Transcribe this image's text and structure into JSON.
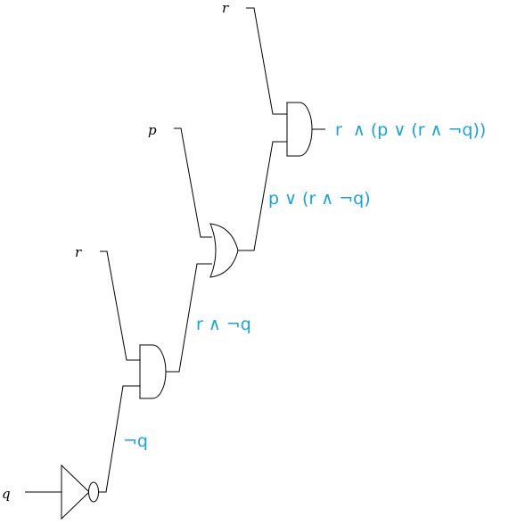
{
  "inputs": {
    "top_r": "r",
    "p": "p",
    "mid_r": "r",
    "q": "q"
  },
  "outputs": {
    "not_q": "¬q",
    "r_and_not_q": "r ∧ ¬q",
    "p_or": "p ∨ (r ∧ ¬q)",
    "final": "r  ∧ (p ∨ (r ∧ ¬q))"
  },
  "gates": {
    "not": "NOT",
    "and_lower": "AND",
    "or": "OR",
    "and_top": "AND"
  },
  "colors": {
    "wire": "#000000",
    "label": "#1aa3d9"
  }
}
